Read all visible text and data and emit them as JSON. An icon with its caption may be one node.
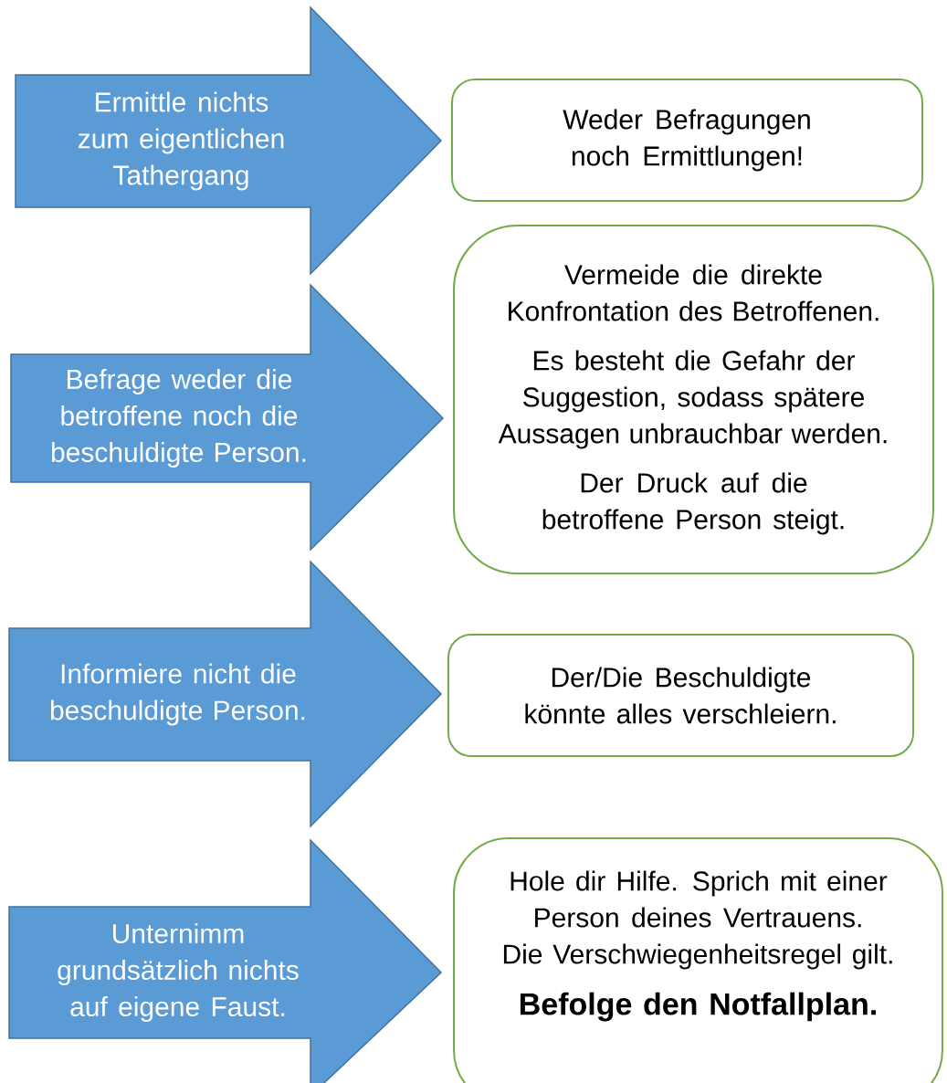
{
  "diagram": {
    "nodes": [
      {
        "text": [
          "Ermittle nichts zum eigentlichen Tathergang"
        ]
      },
      {
        "text": [
          "Weder Befragungen noch Ermittlungen!"
        ]
      },
      {
        "text": [
          "Befrage weder die betroffene noch die beschuldigte Person."
        ]
      },
      {
        "text": [
          "Vermeide die direkte Konfrontation des Betroffenen.",
          "Es besteht die Gefahr der Suggestion, sodass spätere Aussagen unbrauchbar werden.",
          "Der Druck auf die betroffene Person steigt."
        ]
      },
      {
        "text": [
          "Informiere nicht die beschuldigte Person."
        ]
      },
      {
        "text": [
          "Der/Die Beschuldigte könnte alles verschleiern."
        ]
      },
      {
        "text": [
          "Unternimm grundsätzlich nichts auf eigene Faust."
        ]
      },
      {
        "text": [
          "Hole dir Hilfe. Sprich mit einer Person deines Vertrauens.",
          "Die Verschwiegenheitsregel gilt.",
          "Befolge den Notfallplan."
        ]
      }
    ]
  }
}
